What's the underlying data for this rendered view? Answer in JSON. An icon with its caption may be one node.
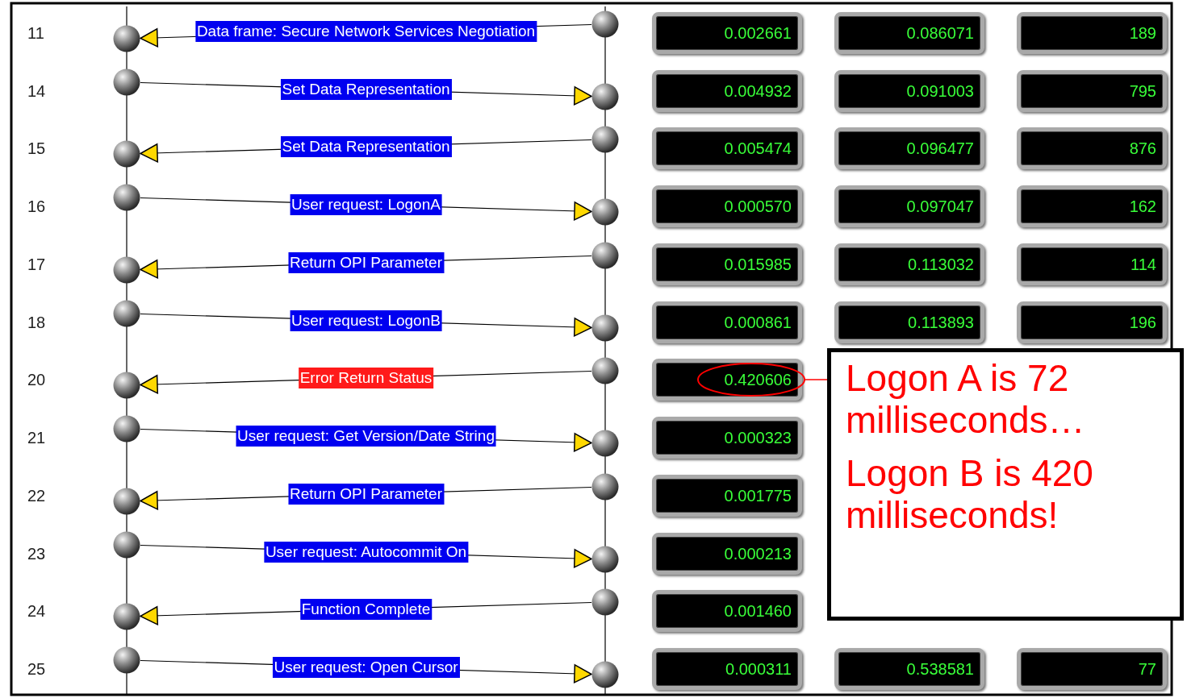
{
  "diagram": {
    "nodes": [
      {
        "text": [],
        "shape": "circle"
      },
      {
        "text": [],
        "shape": "circle"
      },
      {
        "text": [],
        "shape": "circle"
      },
      {
        "text": [],
        "shape": "circle"
      },
      {
        "text": [],
        "shape": "circle"
      },
      {
        "text": [],
        "shape": "circle"
      },
      {
        "text": [],
        "shape": "circle"
      },
      {
        "text": [],
        "shape": "circle"
      },
      {
        "text": [],
        "shape": "circle"
      },
      {
        "text": [],
        "shape": "circle"
      },
      {
        "text": [],
        "shape": "circle"
      },
      {
        "text": [],
        "shape": "circle"
      },
      {
        "text": [],
        "shape": "circle"
      },
      {
        "text": [],
        "shape": "circle"
      },
      {
        "text": [],
        "shape": "circle"
      },
      {
        "text": [],
        "shape": "circle"
      },
      {
        "text": [],
        "shape": "circle"
      },
      {
        "text": [],
        "shape": "circle"
      },
      {
        "text": [],
        "shape": "circle"
      },
      {
        "text": [],
        "shape": "circle"
      },
      {
        "text": [],
        "shape": "circle"
      },
      {
        "text": [],
        "shape": "circle"
      },
      {
        "text": [],
        "shape": "circle"
      },
      {
        "text": [],
        "shape": "circle"
      },
      {
        "text": [],
        "shape": "ellipse"
      },
      {
        "text": [
          "Logon A is 72 milliseconds…",
          "Logon B is 420 milliseconds!"
        ]
      }
    ],
    "edges": [
      {
        "from": 1,
        "to": 0,
        "arrow": "to",
        "label": "Data frame: Secure Network Services Negotiation"
      },
      {
        "from": 2,
        "to": 3,
        "arrow": "to",
        "label": "Set Data Representation"
      },
      {
        "from": 5,
        "to": 4,
        "arrow": "to",
        "label": "Set Data Representation"
      },
      {
        "from": 6,
        "to": 7,
        "arrow": "to",
        "label": "User request: LogonA"
      },
      {
        "from": 9,
        "to": 8,
        "arrow": "to",
        "label": "Return OPI Parameter"
      },
      {
        "from": 10,
        "to": 11,
        "arrow": "to",
        "label": "User request: LogonB"
      },
      {
        "from": 13,
        "to": 12,
        "arrow": "to",
        "label": "Error Return Status"
      },
      {
        "from": 14,
        "to": 15,
        "arrow": "to",
        "label": "User request: Get Version/Date String"
      },
      {
        "from": 17,
        "to": 16,
        "arrow": "to",
        "label": "Return OPI Parameter"
      },
      {
        "from": 18,
        "to": 19,
        "arrow": "to",
        "label": "User request: Autocommit On"
      },
      {
        "from": 21,
        "to": 20,
        "arrow": "to",
        "label": "Function Complete"
      },
      {
        "from": 22,
        "to": 23,
        "arrow": "to",
        "label": "User request: Open Cursor"
      },
      {
        "from": 25,
        "to": 24,
        "arrow": "none",
        "color": "#ff0000"
      }
    ],
    "labels": [
      "11",
      "0.002661",
      "0.086071",
      "189",
      "14",
      "0.004932",
      "0.091003",
      "795",
      "15",
      "0.005474",
      "0.096477",
      "876",
      "16",
      "0.000570",
      "0.097047",
      "162",
      "17",
      "0.015985",
      "0.113032",
      "114",
      "18",
      "0.000861",
      "0.113893",
      "196",
      "20",
      "0.420606",
      "21",
      "0.000323",
      "22",
      "0.001775",
      "23",
      "0.000213",
      "24",
      "0.001460",
      "25",
      "0.000311",
      "0.538581",
      "77"
    ]
  }
}
